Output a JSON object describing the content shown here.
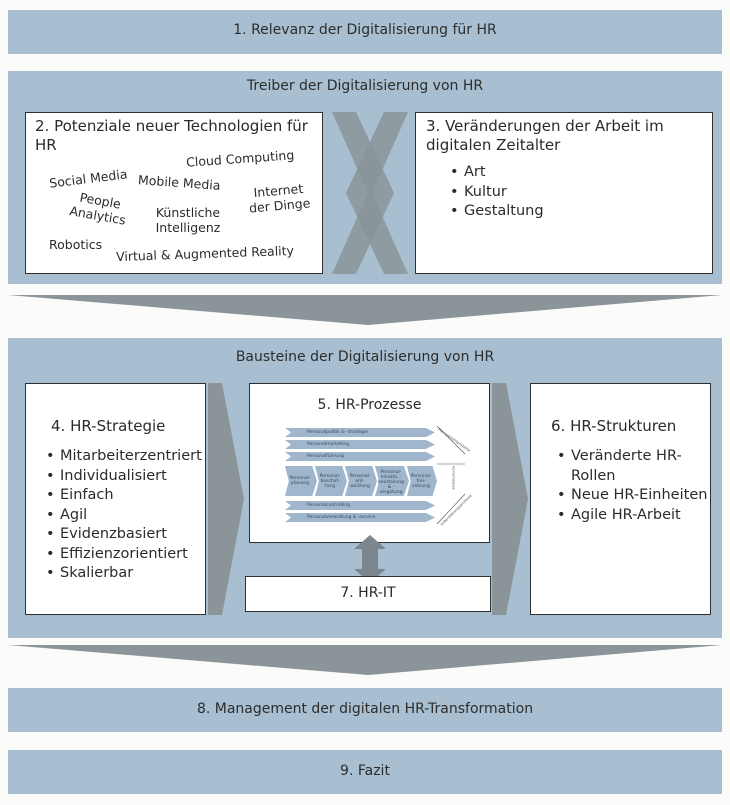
{
  "sections": {
    "s1": "1. Relevanz der Digitalisierung für HR",
    "s8": "8. Management der digitalen HR-Transformation",
    "s9": "9. Fazit"
  },
  "treiber": {
    "title": "Treiber der Digitalisierung von HR",
    "box2": {
      "title": "2. Potenziale neuer Technologien für HR",
      "terms": [
        "Social Media",
        "Cloud Computing",
        "Mobile Media",
        "People Analytics",
        "Internet der Dinge",
        "Künstliche Intelligenz",
        "Robotics",
        "Virtual & Augmented Reality"
      ]
    },
    "box3": {
      "title": "3. Veränderungen der Arbeit im digitalen Zeitalter",
      "items": [
        "Art",
        "Kultur",
        "Gestaltung"
      ]
    }
  },
  "bausteine": {
    "title": "Bausteine der Digitalisierung von HR",
    "box4": {
      "title": "4. HR-Strategie",
      "items": [
        "Mitarbeiterzentriert",
        "Individualisiert",
        "Einfach",
        "Agil",
        "Evidenzbasiert",
        "Effizienzorientiert",
        "Skalierbar"
      ]
    },
    "box5": {
      "title": "5. HR-Prozesse",
      "diagram": {
        "rows_top": [
          "Personalpolitik & -strategie",
          "Personalmarketing",
          "Personalführung"
        ],
        "middle": [
          "Personal-planung",
          "Personal-beschaf-fung",
          "Personal-ent-wicklung",
          "Personal-einsatz, -beurteilung & -vergütung",
          "Personal-frei-setzung"
        ],
        "rows_bottom": [
          "Personalcontrolling",
          "Personalverwaltung & -service"
        ],
        "side_labels": [
          "Managementprozesse",
          "Kernprozesse",
          "Unterstützungsprozesse"
        ]
      }
    },
    "box6": {
      "title": "6. HR-Strukturen",
      "items": [
        "Veränderte HR-Rollen",
        "Neue HR-Einheiten",
        "Agile HR-Arbeit"
      ]
    },
    "box7": {
      "title": "7. HR-IT"
    }
  },
  "colors": {
    "band": "#a7bfd0",
    "arrow": "#8a9499",
    "processBar": "#9fb6cc"
  }
}
